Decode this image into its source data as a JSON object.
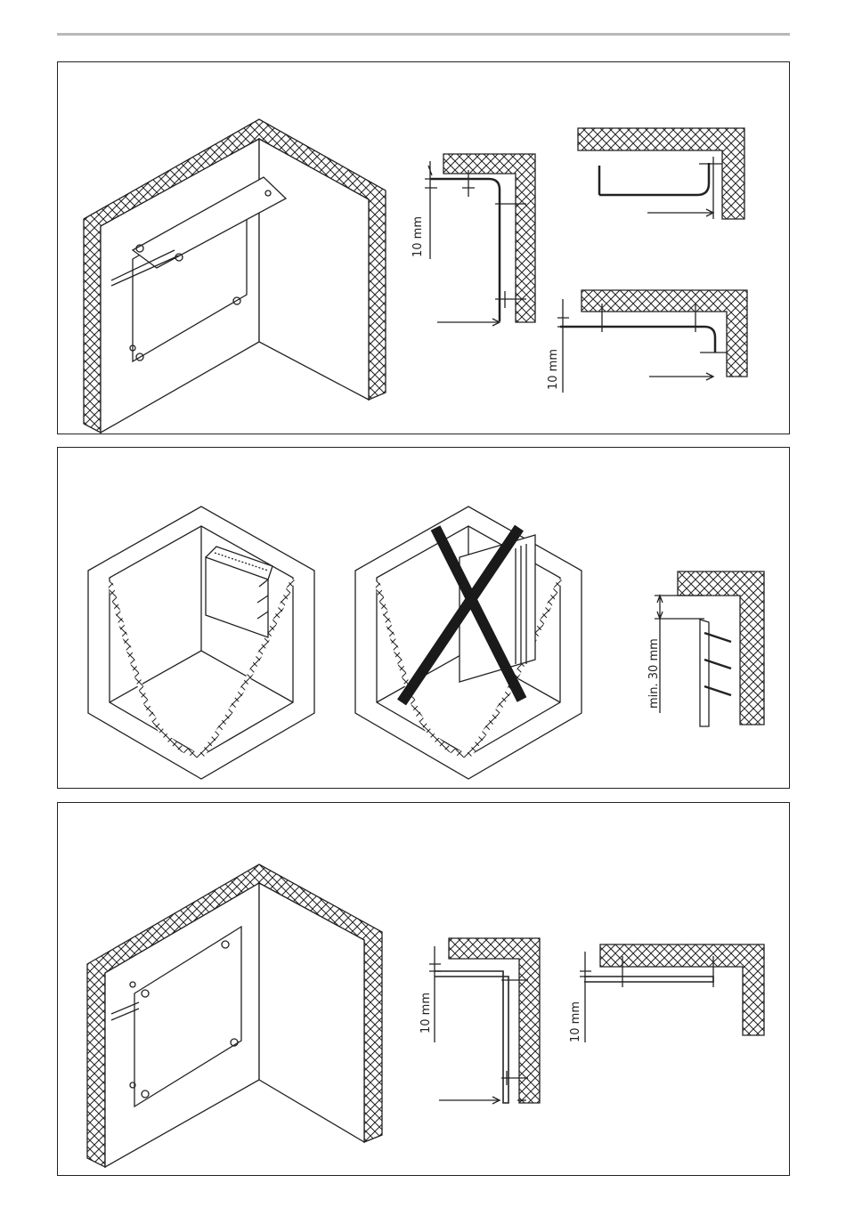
{
  "labels": {
    "dim_10mm_a": "10 mm",
    "dim_10mm_b": "10 mm",
    "dim_min30": "min. 30 mm",
    "dim_10mm_c": "10 mm",
    "dim_10mm_d": "10 mm"
  },
  "colors": {
    "ink": "#222222",
    "rule": "#b8b8b8",
    "cross_mark": "#1a1a1a"
  }
}
